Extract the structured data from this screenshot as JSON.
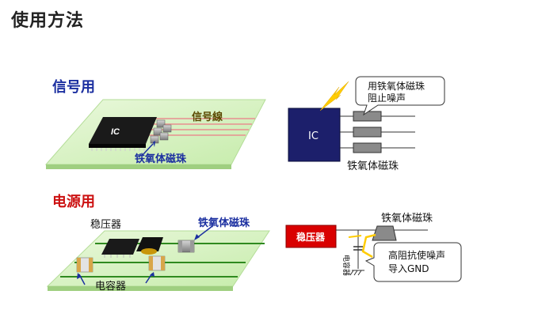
{
  "title": "使用方法",
  "signal": {
    "section_title": "信号用",
    "ic_chip_label": "IC",
    "signal_lines_label": "信号線",
    "ferrite_label_left": "铁氧体磁珠",
    "ic_box_label": "IC",
    "callout_text": [
      "用铁氧体磁珠",
      "阻止噪声"
    ],
    "ferrite_label_right": "铁氧体磁珠"
  },
  "power": {
    "section_title": "电源用",
    "regulator_label": "稳压器",
    "ferrite_label_left": "铁氧体磁珠",
    "capacitor_label": "电容器",
    "regulator_box_label": "稳压器",
    "ferrite_label_right": "铁氧体磁珠",
    "capacitor_vertical_label": "电容器",
    "callout_text": [
      "高阻抗使噪声",
      "导入GND"
    ]
  },
  "colors": {
    "board_green": "#d8f2c4",
    "ic_navy": "#1c1f6b",
    "regulator_red": "#d90000",
    "signal_blue": "#1b2fa0",
    "power_red": "#cc1111",
    "bolt_yellow": "#ffcc00"
  }
}
